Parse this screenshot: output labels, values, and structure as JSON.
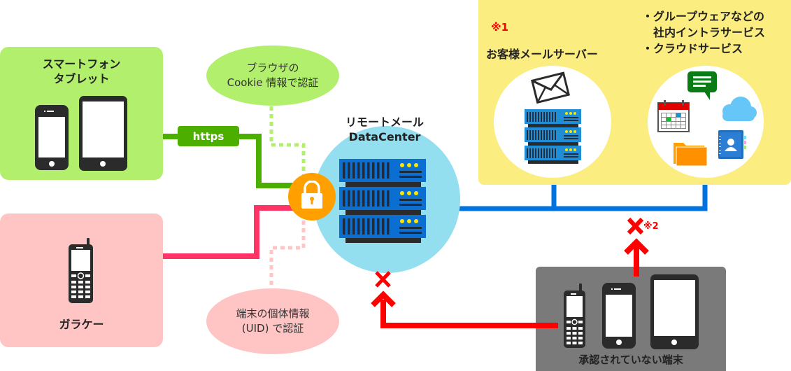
{
  "smartphone_box": {
    "title_line1": "スマートフォン",
    "title_line2": "タブレット",
    "color": "#b1ef6d",
    "devices": [
      "smartphone-icon",
      "tablet-icon"
    ]
  },
  "feature_phone_box": {
    "title": "ガラケー",
    "color": "#ffc4c4",
    "devices": [
      "feature-phone-icon"
    ]
  },
  "connection": {
    "https_label": "https",
    "green_line_color": "#4caf00",
    "pink_line_color": "#ff3366",
    "blue_line_color": "#0073e0",
    "blocked_color": "#ff0000"
  },
  "cookie_bubble": {
    "line1": "ブラウザの",
    "line2": "Cookie 情報で認証",
    "color": "#b1ef6d"
  },
  "uid_bubble": {
    "line1": "端末の個体情報",
    "line2": "(UID) で認証",
    "color": "#ffc4c4"
  },
  "datacenter": {
    "title_line1": "リモートメール",
    "title_line2": "DataCenter",
    "color": "#93dff0",
    "lock_color": "#ffa000",
    "icon": "server-rack-icon"
  },
  "customer_area": {
    "color": "#fbed80",
    "note1": "※1",
    "mail_server_title": "お客様メールサーバー",
    "services_line1": "・グループウェアなどの",
    "services_line2": "　社内イントラサービス",
    "services_line3": "・クラウドサービス",
    "service_icons": [
      "chat-icon",
      "calendar-icon",
      "cloud-icon",
      "folder-icon",
      "address-book-icon"
    ]
  },
  "unauthorized": {
    "title": "承認されていない端末",
    "color": "#7a7a7a",
    "note2": "※2",
    "devices": [
      "feature-phone-icon",
      "smartphone-icon",
      "tablet-icon"
    ]
  }
}
